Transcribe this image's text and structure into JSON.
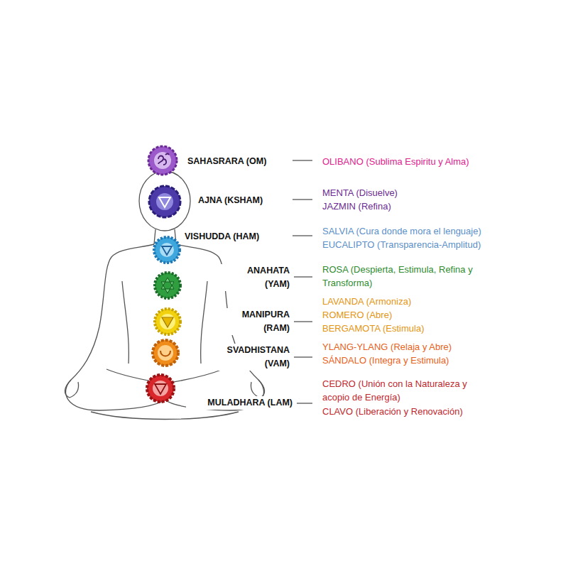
{
  "diagram": {
    "labels": [
      "SAHASRARA (OM)",
      "OLIBANO (Sublima Espiritu y Alma)",
      "AJNA (KSHAM)",
      "MENTA (Disuelve)",
      "JAZMIN (Refina)",
      "VISHUDDA (HAM)",
      "SALVIA (Cura donde mora el lenguaje)",
      "EUCALIPTO (Transparencia-Amplitud)",
      "ANAHATA (YAM)",
      "ROSA (Despierta, Estimula, Refina y Transforma)",
      "MANIPURA (RAM)",
      "LAVANDA (Armoniza)",
      "ROMERO (Abre)",
      "BERGAMOTA (Estimula)",
      "SVADHISTANA (VAM)",
      "YLANG-YLANG (Relaja y Abre)",
      "SÁNDALO (Integra y Estimula)",
      "MULADHARA (LAM)",
      "CEDRO (Unión con la Naturaleza y acopio de Energía)",
      "CLAVO (Liberación y Renovación)"
    ]
  }
}
